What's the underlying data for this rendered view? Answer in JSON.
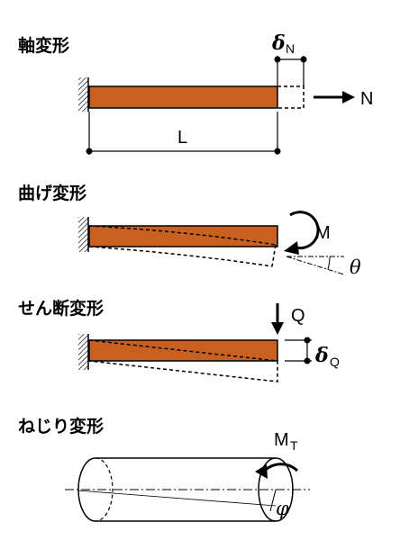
{
  "colors": {
    "beam_fill": "#c8601f",
    "stroke": "#000000",
    "background": "#ffffff"
  },
  "panels": {
    "axial": {
      "title": "軸変形",
      "delta_symbol": "δ",
      "delta_sub": "N",
      "force_label": "N",
      "length_label": "L"
    },
    "bending": {
      "title": "曲げ変形",
      "moment_label": "M",
      "angle_label": "θ"
    },
    "shear": {
      "title": "せん断変形",
      "force_label": "Q",
      "delta_symbol": "δ",
      "delta_sub": "Q"
    },
    "torsion": {
      "title": "ねじり変形",
      "moment_symbol": "M",
      "moment_sub": "T",
      "angle_label": "φ"
    }
  }
}
